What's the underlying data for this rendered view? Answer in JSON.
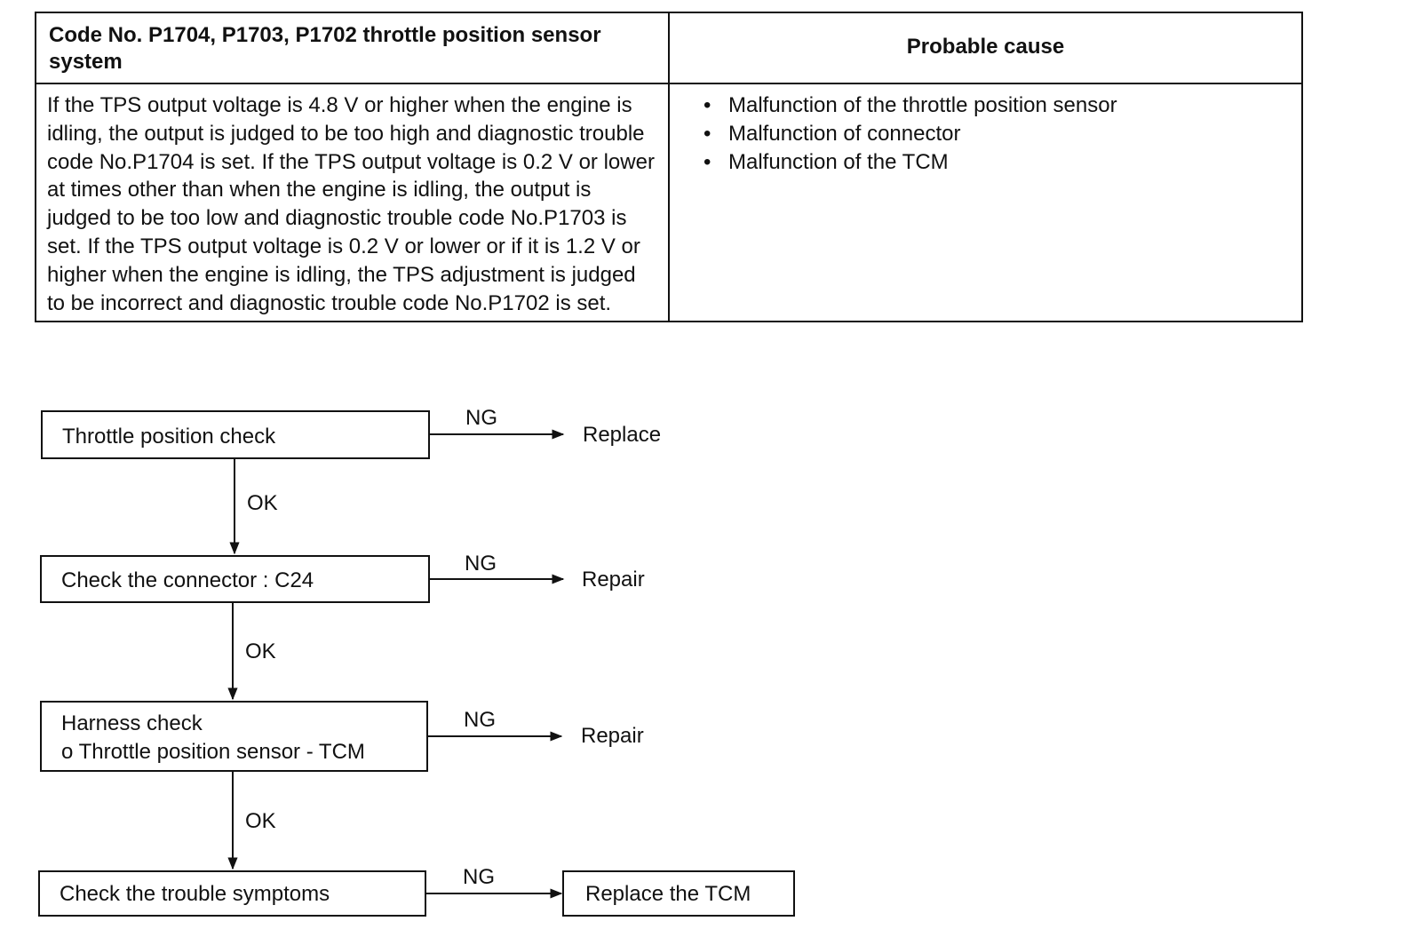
{
  "table": {
    "header_code": "Code No.  P1704, P1703, P1702 throttle position sensor system",
    "header_cause": "Probable cause",
    "description": "If the TPS output voltage is 4.8 V or higher when the engine is idling, the output is judged to be too high and diagnostic trouble code No.P1704 is set.  If the TPS output voltage is 0.2 V or lower at times other than when the engine is idling, the output is judged to be too low and diagnostic trouble code No.P1703 is set.  If the TPS output voltage is 0.2 V or lower or if it is 1.2 V or higher when the engine is idling, the TPS adjustment is judged to be incorrect and diagnostic trouble code No.P1702 is set.",
    "causes": [
      "Malfunction of the throttle position sensor",
      "Malfunction of connector",
      "Malfunction of the TCM"
    ]
  },
  "flowchart": {
    "steps": [
      {
        "line1": "Throttle position check",
        "line2": "",
        "ng_label": "NG",
        "ng_result": "Replace",
        "ok_label": "OK"
      },
      {
        "line1": "Check the connector : C24",
        "line2": "",
        "ng_label": "NG",
        "ng_result": "Repair",
        "ok_label": "OK"
      },
      {
        "line1": "Harness check",
        "line2": "o Throttle position sensor - TCM",
        "ng_label": "NG",
        "ng_result": "Repair",
        "ok_label": "OK"
      },
      {
        "line1": "Check the trouble symptoms",
        "line2": "",
        "ng_label": "NG",
        "ng_result": "Replace the TCM",
        "ok_label": ""
      }
    ]
  }
}
